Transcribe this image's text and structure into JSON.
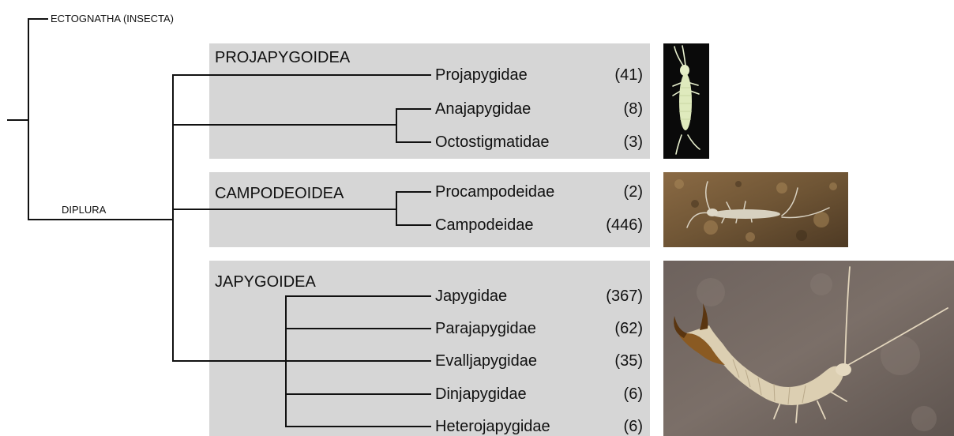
{
  "outgroup_label": "ECTOGNATHA (INSECTA)",
  "clade_label": "DIPLURA",
  "groups": [
    {
      "title": "PROJAPYGOIDEA",
      "families": [
        {
          "name": "Projapygidae",
          "count": "(41)"
        },
        {
          "name": "Anajapygidae",
          "count": "(8)"
        },
        {
          "name": "Octostigmatidae",
          "count": "(3)"
        }
      ]
    },
    {
      "title": "CAMPODEOIDEA",
      "families": [
        {
          "name": "Procampodeidae",
          "count": "(2)"
        },
        {
          "name": "Campodeidae",
          "count": "(446)"
        }
      ]
    },
    {
      "title": "JAPYGOIDEA",
      "families": [
        {
          "name": "Japygidae",
          "count": "(367)"
        },
        {
          "name": "Parajapygidae",
          "count": "(62)"
        },
        {
          "name": "Evalljapygidae",
          "count": "(35)"
        },
        {
          "name": "Dinjapygidae",
          "count": "(6)"
        },
        {
          "name": "Heterojapygidae",
          "count": "(6)"
        }
      ]
    }
  ],
  "colors": {
    "panel": "#d6d6d6",
    "line": "#111111"
  }
}
